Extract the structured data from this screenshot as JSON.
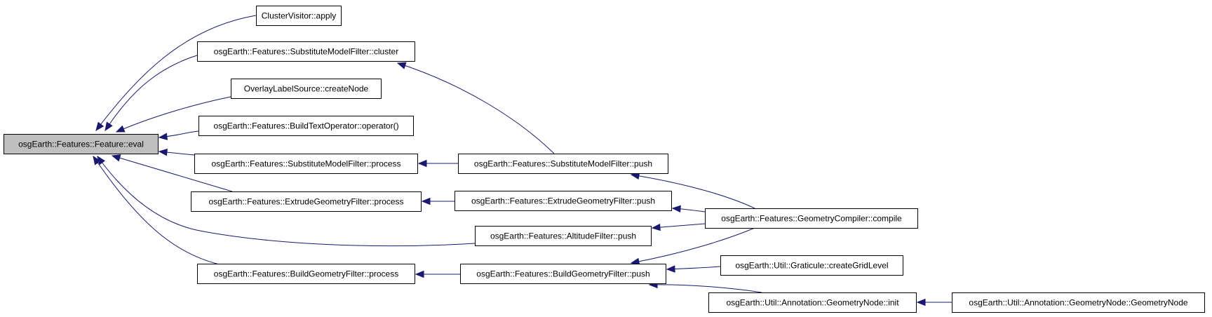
{
  "graph": {
    "edge_color": "#191970",
    "focus_fill": "#bfbfbf",
    "nodes": [
      {
        "id": "eval",
        "label": "osgEarth::Features::Feature::eval",
        "focus": true
      },
      {
        "id": "cluster_apply",
        "label": "ClusterVisitor::apply"
      },
      {
        "id": "smf_cluster",
        "label": "osgEarth::Features::SubstituteModelFilter::cluster"
      },
      {
        "id": "ols_createnode",
        "label": "OverlayLabelSource::createNode"
      },
      {
        "id": "bto_operator",
        "label": "osgEarth::Features::BuildTextOperator::operator()"
      },
      {
        "id": "smf_process",
        "label": "osgEarth::Features::SubstituteModelFilter::process"
      },
      {
        "id": "egf_process",
        "label": "osgEarth::Features::ExtrudeGeometryFilter::process"
      },
      {
        "id": "af_push",
        "label": "osgEarth::Features::AltitudeFilter::push"
      },
      {
        "id": "bgf_process",
        "label": "osgEarth::Features::BuildGeometryFilter::process"
      },
      {
        "id": "smf_push",
        "label": "osgEarth::Features::SubstituteModelFilter::push"
      },
      {
        "id": "egf_push",
        "label": "osgEarth::Features::ExtrudeGeometryFilter::push"
      },
      {
        "id": "bgf_push",
        "label": "osgEarth::Features::BuildGeometryFilter::push"
      },
      {
        "id": "gc_compile",
        "label": "osgEarth::Features::GeometryCompiler::compile"
      },
      {
        "id": "grat_creategrid",
        "label": "osgEarth::Util::Graticule::createGridLevel"
      },
      {
        "id": "gn_init",
        "label": "osgEarth::Util::Annotation::GeometryNode::init"
      },
      {
        "id": "gn_ctor",
        "label": "osgEarth::Util::Annotation::GeometryNode::GeometryNode"
      }
    ],
    "edges": [
      {
        "from": "cluster_apply",
        "to": "eval"
      },
      {
        "from": "smf_cluster",
        "to": "eval"
      },
      {
        "from": "ols_createnode",
        "to": "eval"
      },
      {
        "from": "bto_operator",
        "to": "eval"
      },
      {
        "from": "smf_process",
        "to": "eval"
      },
      {
        "from": "egf_process",
        "to": "eval"
      },
      {
        "from": "af_push",
        "to": "eval"
      },
      {
        "from": "bgf_process",
        "to": "eval"
      },
      {
        "from": "smf_push",
        "to": "smf_cluster"
      },
      {
        "from": "smf_push",
        "to": "smf_process"
      },
      {
        "from": "egf_push",
        "to": "egf_process"
      },
      {
        "from": "bgf_push",
        "to": "bgf_process"
      },
      {
        "from": "gc_compile",
        "to": "smf_push"
      },
      {
        "from": "gc_compile",
        "to": "egf_push"
      },
      {
        "from": "gc_compile",
        "to": "af_push"
      },
      {
        "from": "gc_compile",
        "to": "bgf_push"
      },
      {
        "from": "grat_creategrid",
        "to": "bgf_push"
      },
      {
        "from": "gn_init",
        "to": "bgf_push"
      },
      {
        "from": "gn_ctor",
        "to": "gn_init"
      }
    ]
  }
}
